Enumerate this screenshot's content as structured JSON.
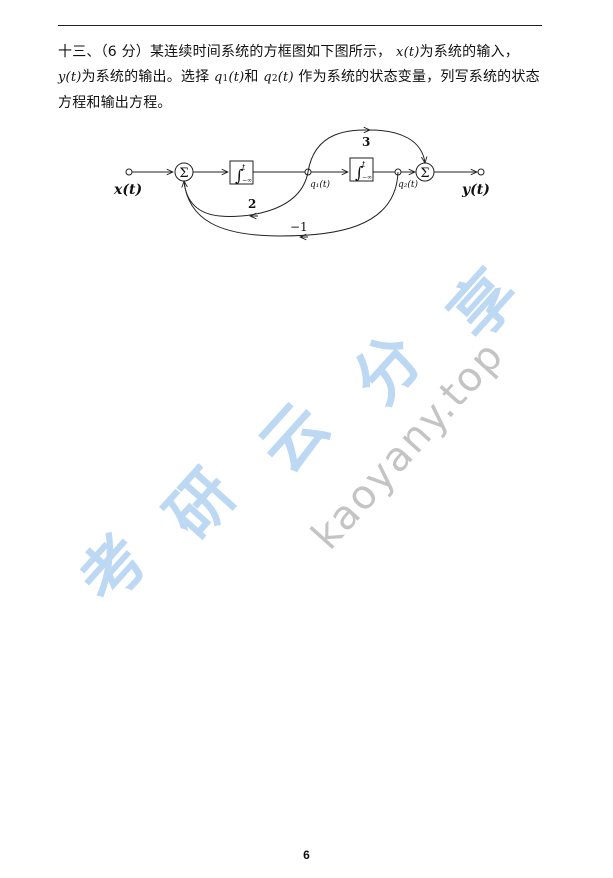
{
  "question": {
    "number": "十三、",
    "score": "（6 分）",
    "line1_text": "某连续时间系统的方框图如下图所示，",
    "line1_math": "x(t)",
    "line1_tail": "为系统的输入，",
    "line2_math": "y(t)",
    "line2_text_a": "为系统的输出。选择",
    "line2_q1": "q",
    "line2_q1_sub": "1",
    "line2_q1_arg": "(t)",
    "line2_and": "和",
    "line2_q2": "q",
    "line2_q2_sub": "2",
    "line2_q2_arg": "(t)",
    "line2_tail": "作为系统的状态变量，列写系统的状态",
    "line3_text": "方程和输出方程。"
  },
  "diagram": {
    "input_label": "x(t)",
    "output_label": "y(t)",
    "sum1_symbol": "Σ",
    "sum2_symbol": "Σ",
    "integrator1_upper": "t",
    "integrator1_lower": "−∞",
    "integrator2_upper": "t",
    "integrator2_lower": "−∞",
    "node1_label": "q₁(t)",
    "node2_label": "q₂(t)",
    "gain_feedforward": "3",
    "gain_feedback_inner": "2",
    "gain_feedback_outer": "−1"
  },
  "watermark": {
    "chars": [
      "考",
      "研",
      "云",
      "分",
      "享"
    ],
    "url": "kaoyany.top"
  },
  "footer": {
    "page_number": "6"
  }
}
